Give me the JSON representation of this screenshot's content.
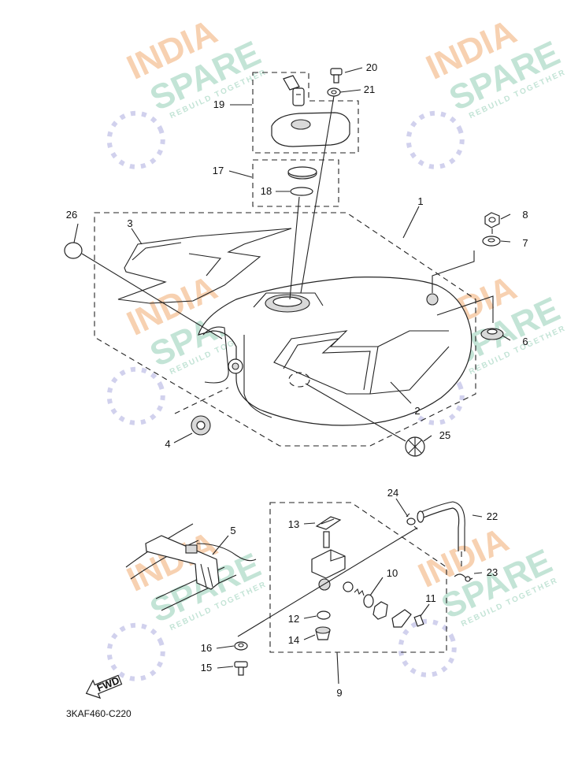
{
  "diagram_code": "3KAF460-C220",
  "watermark": {
    "line1": "INDIA",
    "line2": "SPARE",
    "tagline": "REBUILD TOGETHER",
    "colors": {
      "orange": "#f6c9a3",
      "green": "#b9dfcf",
      "blue": "#c9c9ea"
    }
  },
  "fwd_label": "FWD",
  "callouts": [
    {
      "id": "c1",
      "label": "1"
    },
    {
      "id": "c2",
      "label": "2"
    },
    {
      "id": "c3",
      "label": "3"
    },
    {
      "id": "c4",
      "label": "4"
    },
    {
      "id": "c5",
      "label": "5"
    },
    {
      "id": "c6",
      "label": "6"
    },
    {
      "id": "c7",
      "label": "7"
    },
    {
      "id": "c8",
      "label": "8"
    },
    {
      "id": "c9",
      "label": "9"
    },
    {
      "id": "c10",
      "label": "10"
    },
    {
      "id": "c11",
      "label": "11"
    },
    {
      "id": "c12",
      "label": "12"
    },
    {
      "id": "c13",
      "label": "13"
    },
    {
      "id": "c14",
      "label": "14"
    },
    {
      "id": "c15",
      "label": "15"
    },
    {
      "id": "c16",
      "label": "16"
    },
    {
      "id": "c17",
      "label": "17"
    },
    {
      "id": "c18",
      "label": "18"
    },
    {
      "id": "c19",
      "label": "19"
    },
    {
      "id": "c20",
      "label": "20"
    },
    {
      "id": "c21",
      "label": "21"
    },
    {
      "id": "c22",
      "label": "22"
    },
    {
      "id": "c23",
      "label": "23"
    },
    {
      "id": "c24",
      "label": "24"
    },
    {
      "id": "c25",
      "label": "25"
    },
    {
      "id": "c26",
      "label": "26"
    }
  ]
}
